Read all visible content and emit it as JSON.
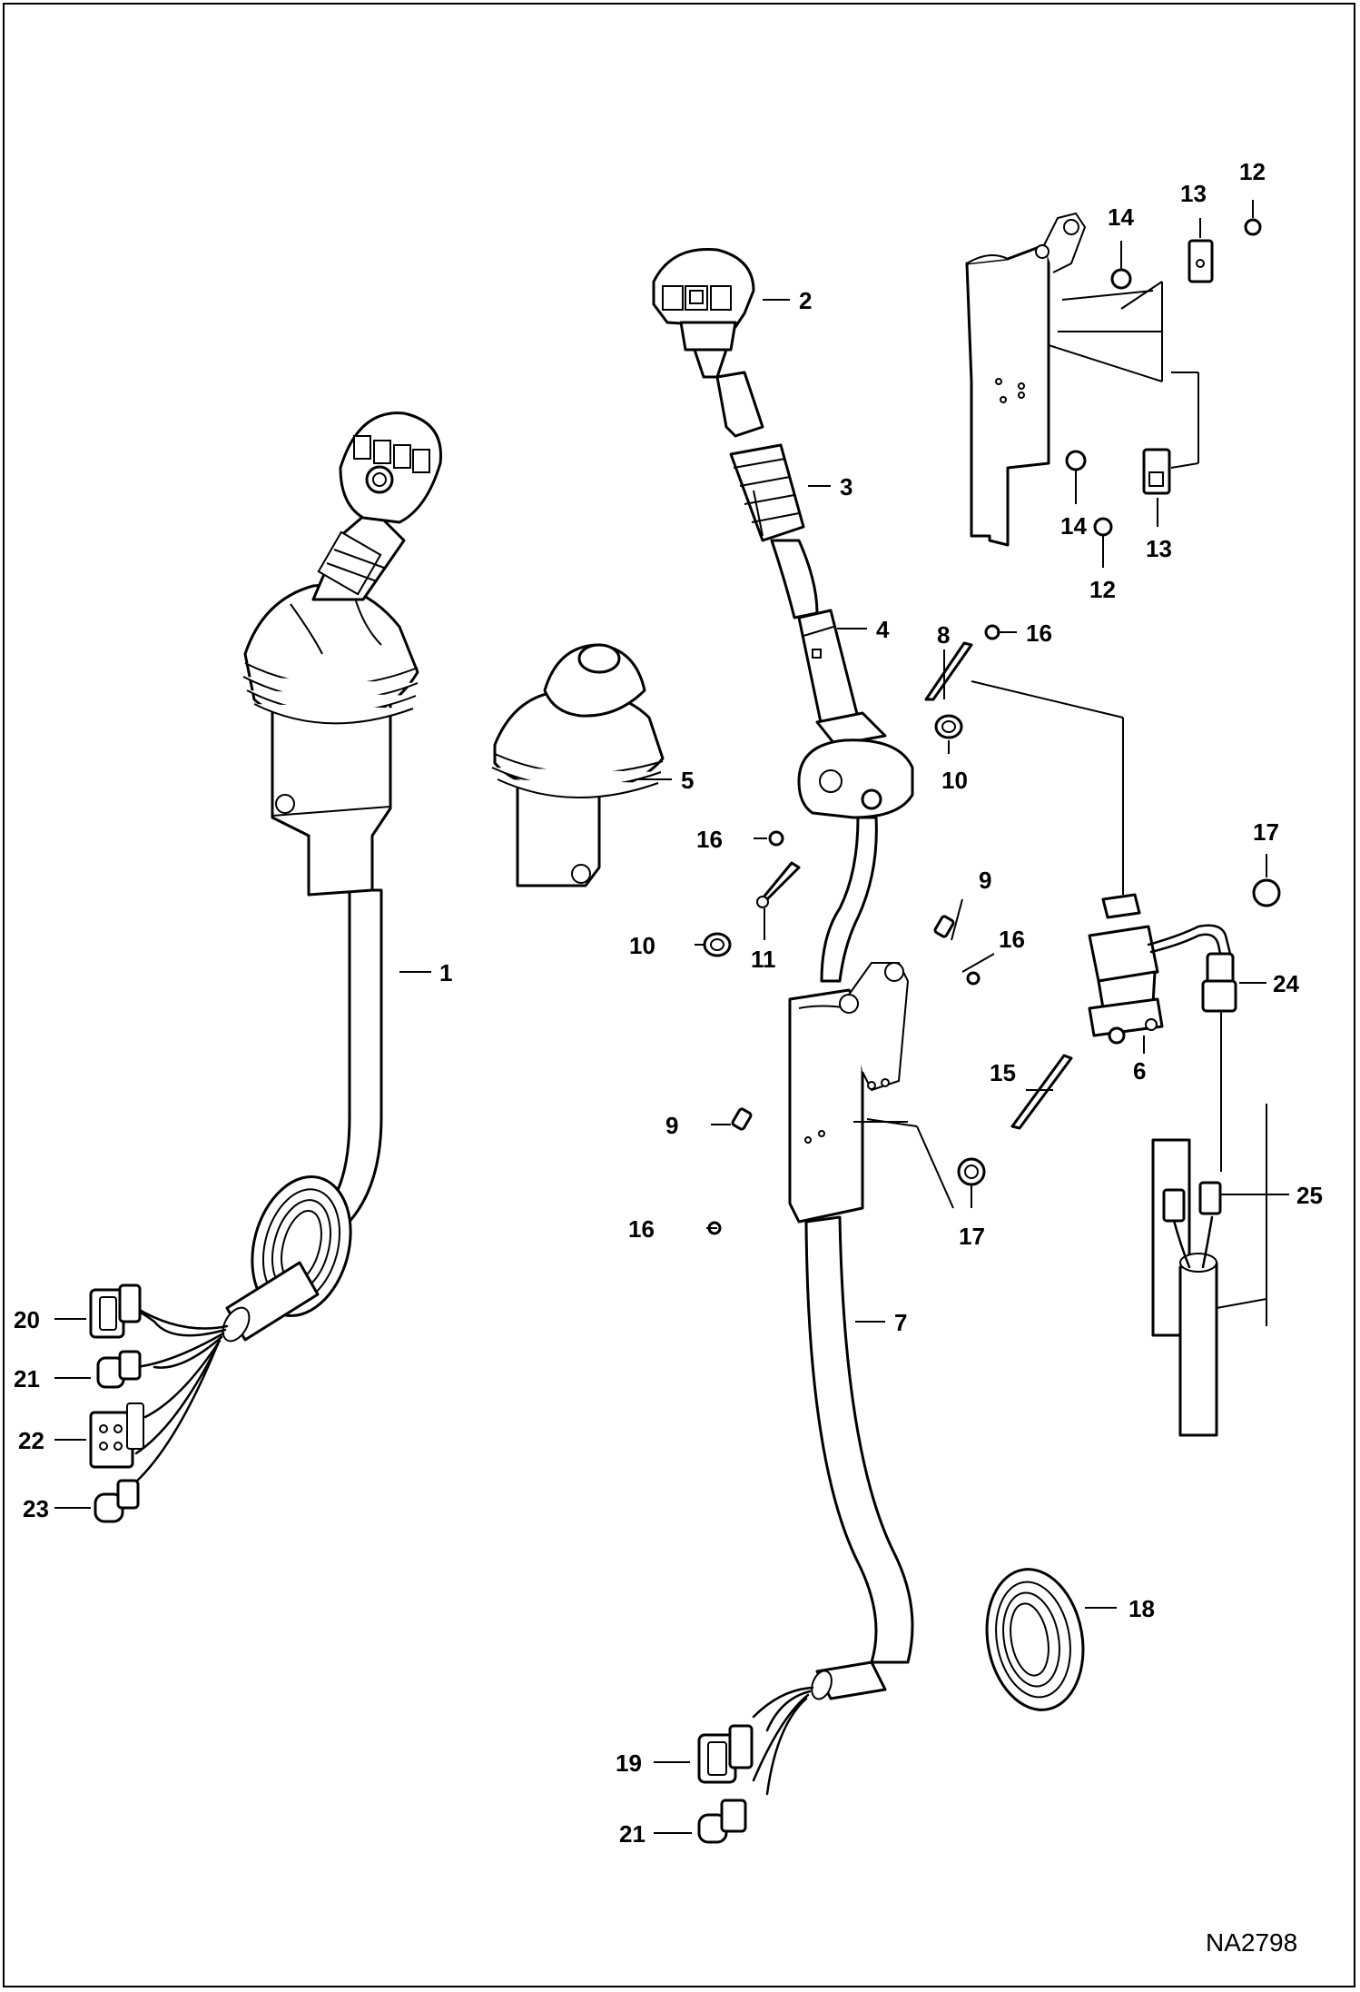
{
  "figure": {
    "code": "NA2798",
    "callouts": [
      {
        "id": "c1",
        "text": "1"
      },
      {
        "id": "c2",
        "text": "2"
      },
      {
        "id": "c3",
        "text": "3"
      },
      {
        "id": "c4",
        "text": "4"
      },
      {
        "id": "c5",
        "text": "5"
      },
      {
        "id": "c6",
        "text": "6"
      },
      {
        "id": "c7",
        "text": "7"
      },
      {
        "id": "c8",
        "text": "8"
      },
      {
        "id": "c9a",
        "text": "9"
      },
      {
        "id": "c9b",
        "text": "9"
      },
      {
        "id": "c10a",
        "text": "10"
      },
      {
        "id": "c10b",
        "text": "10"
      },
      {
        "id": "c11",
        "text": "11"
      },
      {
        "id": "c12a",
        "text": "12"
      },
      {
        "id": "c12b",
        "text": "12"
      },
      {
        "id": "c13a",
        "text": "13"
      },
      {
        "id": "c13b",
        "text": "13"
      },
      {
        "id": "c14a",
        "text": "14"
      },
      {
        "id": "c14b",
        "text": "14"
      },
      {
        "id": "c15",
        "text": "15"
      },
      {
        "id": "c16a",
        "text": "16"
      },
      {
        "id": "c16b",
        "text": "16"
      },
      {
        "id": "c16c",
        "text": "16"
      },
      {
        "id": "c16d",
        "text": "16"
      },
      {
        "id": "c17a",
        "text": "17"
      },
      {
        "id": "c17b",
        "text": "17"
      },
      {
        "id": "c18",
        "text": "18"
      },
      {
        "id": "c19",
        "text": "19"
      },
      {
        "id": "c20",
        "text": "20"
      },
      {
        "id": "c21a",
        "text": "21"
      },
      {
        "id": "c21b",
        "text": "21"
      },
      {
        "id": "c22",
        "text": "22"
      },
      {
        "id": "c23",
        "text": "23"
      },
      {
        "id": "c24",
        "text": "24"
      },
      {
        "id": "c25",
        "text": "25"
      }
    ]
  }
}
